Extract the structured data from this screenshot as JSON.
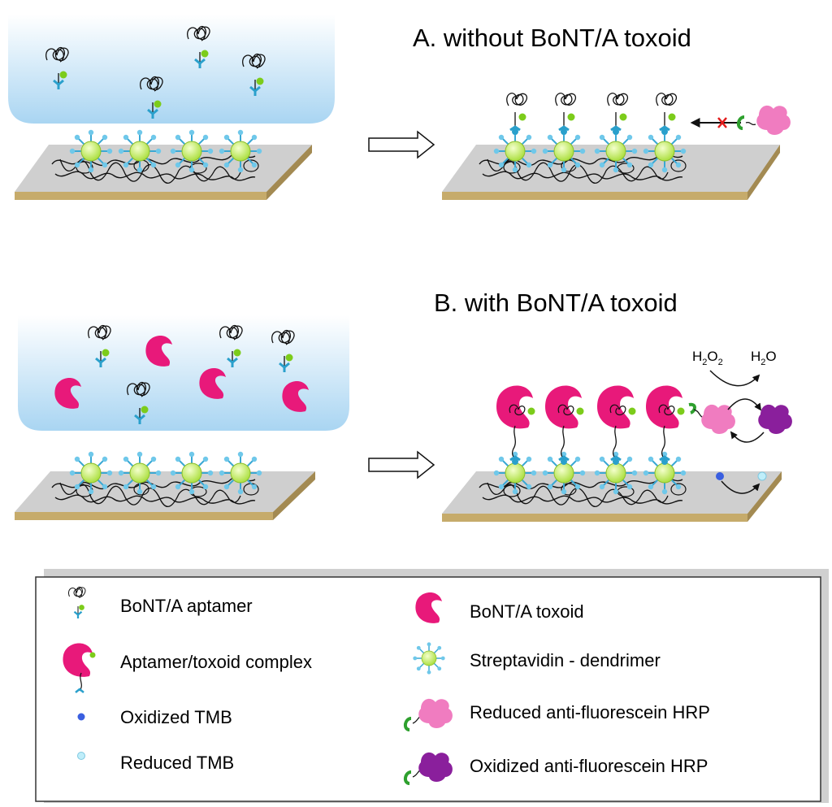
{
  "panel_a": {
    "title": "A. without BoNT/A toxoid"
  },
  "panel_b": {
    "title": "B. with BoNT/A toxoid",
    "reaction_reactant": "H",
    "reaction_reactant_sub1": "2",
    "reaction_reactant_o": "O",
    "reaction_reactant_sub2": "2",
    "reaction_product": "H",
    "reaction_product_sub": "2",
    "reaction_product_o": "O"
  },
  "legend": {
    "items": [
      {
        "label": "BoNT/A aptamer",
        "icon": "aptamer-icon"
      },
      {
        "label": "Aptamer/toxoid complex",
        "icon": "aptamer-toxoid-complex-icon"
      },
      {
        "label": "Oxidized TMB",
        "icon": "oxidized-tmb-icon"
      },
      {
        "label": "Reduced TMB",
        "icon": "reduced-tmb-icon"
      },
      {
        "label": "BoNT/A toxoid",
        "icon": "toxoid-icon"
      },
      {
        "label": "Streptavidin - dendrimer",
        "icon": "streptavidin-dendrimer-icon"
      },
      {
        "label": "Reduced anti-fluorescein HRP",
        "icon": "reduced-hrp-icon"
      },
      {
        "label": "Oxidized anti-fluorescein HRP",
        "icon": "oxidized-hrp-icon"
      }
    ]
  },
  "colors": {
    "toxoid": "#e8197a",
    "aptamer_green": "#7ccc1a",
    "streptavidin_core": "#c9ef6a",
    "streptavidin_spokes": "#3aa8d4",
    "reduced_hrp": "#f07cc0",
    "oxidized_hrp": "#8a1f9c",
    "oxidized_tmb": "#3a5fe0",
    "reduced_tmb": "#bfeefa",
    "surface_top": "#cfcfcf",
    "surface_side": "#c6ab6b",
    "solution_top": "#ffffff",
    "solution_bottom": "#a9d5f2"
  }
}
